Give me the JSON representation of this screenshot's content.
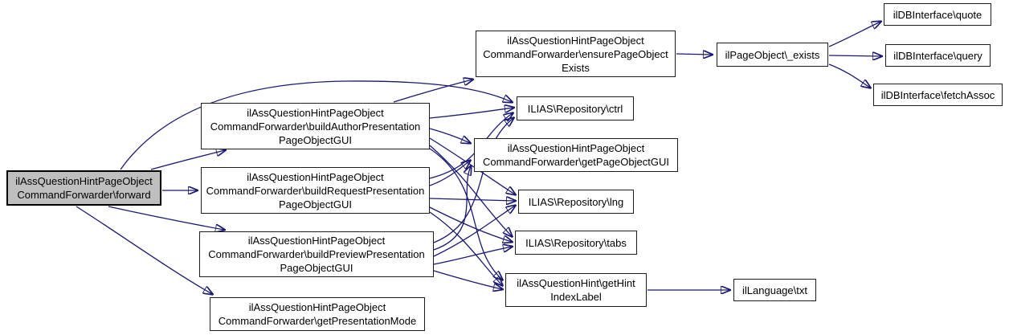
{
  "diagram": {
    "type": "doxygen-call-graph",
    "colors": {
      "edge": "#191970",
      "node_border": "#1d1d1d",
      "node_bg": "#ffffff",
      "current_bg": "#bfbfbf",
      "background": "#ffffff"
    },
    "nodes": {
      "forward": {
        "label": "ilAssQuestionHintPageObjectCommandForwarder\\forward",
        "lines": [
          "ilAssQuestionHintPageObject",
          "CommandForwarder\\forward"
        ],
        "current": true
      },
      "buildAuthor": {
        "label": "ilAssQuestionHintPageObjectCommandForwarder\\buildAuthorPresentationPageObjectGUI",
        "lines": [
          "ilAssQuestionHintPageObject",
          "CommandForwarder\\buildAuthorPresentation",
          "PageObjectGUI"
        ]
      },
      "buildRequest": {
        "label": "ilAssQuestionHintPageObjectCommandForwarder\\buildRequestPresentationPageObjectGUI",
        "lines": [
          "ilAssQuestionHintPageObject",
          "CommandForwarder\\buildRequestPresentation",
          "PageObjectGUI"
        ]
      },
      "buildPreview": {
        "label": "ilAssQuestionHintPageObjectCommandForwarder\\buildPreviewPresentationPageObjectGUI",
        "lines": [
          "ilAssQuestionHintPageObject",
          "CommandForwarder\\buildPreviewPresentation",
          "PageObjectGUI"
        ]
      },
      "getPresentationMode": {
        "label": "ilAssQuestionHintPageObjectCommandForwarder\\getPresentationMode",
        "lines": [
          "ilAssQuestionHintPageObject",
          "CommandForwarder\\getPresentationMode"
        ]
      },
      "ensurePageObjectExists": {
        "label": "ilAssQuestionHintPageObjectCommandForwarder\\ensurePageObjectExists",
        "lines": [
          "ilAssQuestionHintPageObject",
          "CommandForwarder\\ensurePageObject",
          "Exists"
        ]
      },
      "ctrl": {
        "label": "ILIAS\\Repository\\ctrl",
        "lines": [
          "ILIAS\\Repository\\ctrl"
        ]
      },
      "getPageObjectGUI": {
        "label": "ilAssQuestionHintPageObjectCommandForwarder\\getPageObjectGUI",
        "lines": [
          "ilAssQuestionHintPageObject",
          "CommandForwarder\\getPageObjectGUI"
        ]
      },
      "lng": {
        "label": "ILIAS\\Repository\\lng",
        "lines": [
          "ILIAS\\Repository\\lng"
        ]
      },
      "tabs": {
        "label": "ILIAS\\Repository\\tabs",
        "lines": [
          "ILIAS\\Repository\\tabs"
        ]
      },
      "getHintIndexLabel": {
        "label": "ilAssQuestionHint\\getHintIndexLabel",
        "lines": [
          "ilAssQuestionHint\\getHint",
          "IndexLabel"
        ]
      },
      "exists": {
        "label": "ilPageObject\\_exists",
        "lines": [
          "ilPageObject\\_exists"
        ]
      },
      "quote": {
        "label": "ilDBInterface\\quote",
        "lines": [
          "ilDBInterface\\quote"
        ]
      },
      "query": {
        "label": "ilDBInterface\\query",
        "lines": [
          "ilDBInterface\\query"
        ]
      },
      "fetchAssoc": {
        "label": "ilDBInterface\\fetchAssoc",
        "lines": [
          "ilDBInterface\\fetchAssoc"
        ]
      },
      "txt": {
        "label": "ilLanguage\\txt",
        "lines": [
          "ilLanguage\\txt"
        ]
      }
    },
    "edges": [
      {
        "from": "forward",
        "to": "buildAuthor"
      },
      {
        "from": "forward",
        "to": "buildRequest"
      },
      {
        "from": "forward",
        "to": "buildPreview"
      },
      {
        "from": "forward",
        "to": "getPresentationMode"
      },
      {
        "from": "forward",
        "to": "ctrl"
      },
      {
        "from": "buildAuthor",
        "to": "ensurePageObjectExists"
      },
      {
        "from": "buildAuthor",
        "to": "ctrl"
      },
      {
        "from": "buildAuthor",
        "to": "getPageObjectGUI"
      },
      {
        "from": "buildAuthor",
        "to": "lng"
      },
      {
        "from": "buildAuthor",
        "to": "tabs"
      },
      {
        "from": "buildAuthor",
        "to": "getHintIndexLabel"
      },
      {
        "from": "buildRequest",
        "to": "ctrl"
      },
      {
        "from": "buildRequest",
        "to": "getPageObjectGUI"
      },
      {
        "from": "buildRequest",
        "to": "lng"
      },
      {
        "from": "buildRequest",
        "to": "tabs"
      },
      {
        "from": "buildRequest",
        "to": "getHintIndexLabel"
      },
      {
        "from": "buildPreview",
        "to": "ctrl"
      },
      {
        "from": "buildPreview",
        "to": "getPageObjectGUI"
      },
      {
        "from": "buildPreview",
        "to": "lng"
      },
      {
        "from": "buildPreview",
        "to": "tabs"
      },
      {
        "from": "buildPreview",
        "to": "getHintIndexLabel"
      },
      {
        "from": "ensurePageObjectExists",
        "to": "exists"
      },
      {
        "from": "exists",
        "to": "quote"
      },
      {
        "from": "exists",
        "to": "query"
      },
      {
        "from": "exists",
        "to": "fetchAssoc"
      },
      {
        "from": "getHintIndexLabel",
        "to": "txt"
      }
    ]
  }
}
